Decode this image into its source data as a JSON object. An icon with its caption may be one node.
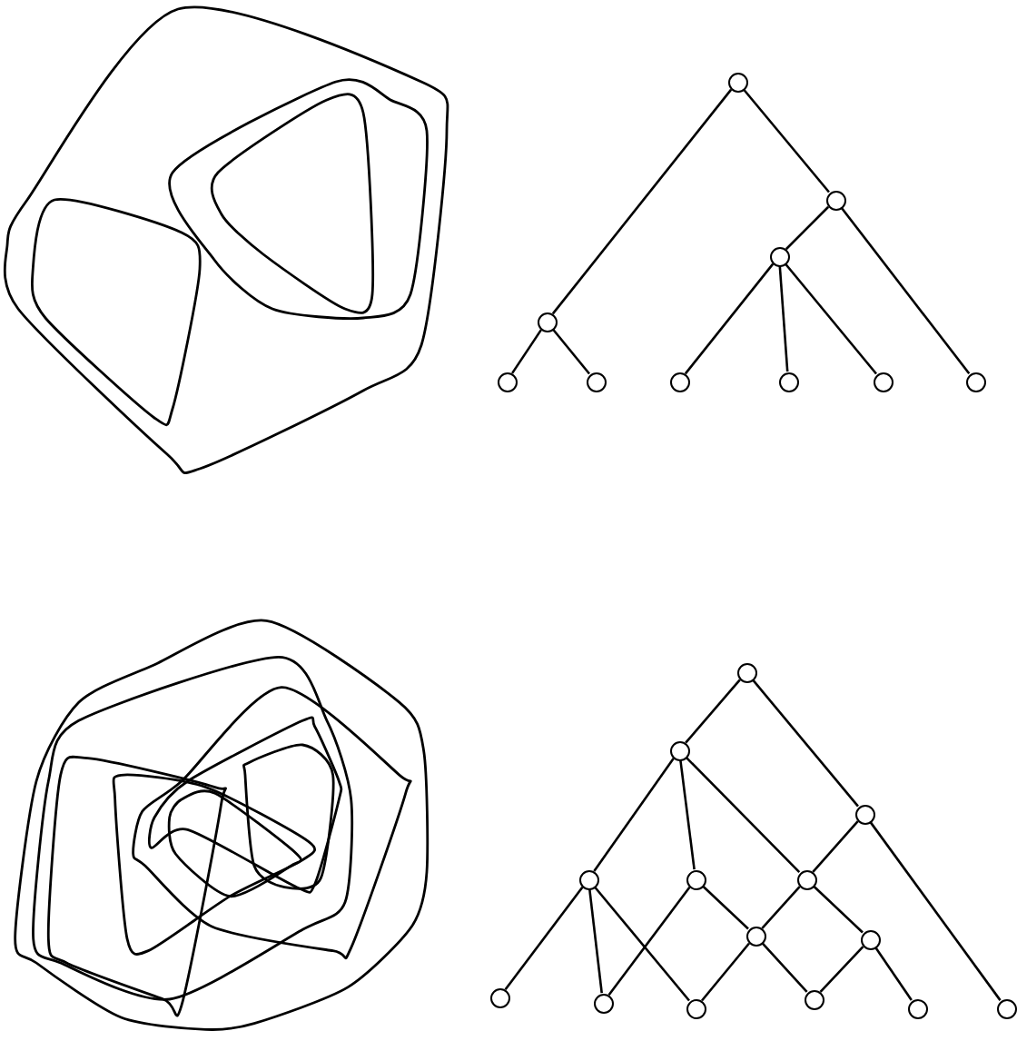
{
  "diagram": {
    "nodes": [
      {
        "text": [],
        "shape": "circle"
      },
      {
        "text": [],
        "shape": "circle"
      },
      {
        "text": [],
        "shape": "circle"
      },
      {
        "text": [],
        "shape": "circle"
      },
      {
        "text": [],
        "shape": "circle"
      },
      {
        "text": [],
        "shape": "circle"
      },
      {
        "text": [],
        "shape": "circle"
      },
      {
        "text": [],
        "shape": "circle"
      },
      {
        "text": [],
        "shape": "circle"
      },
      {
        "text": [],
        "shape": "circle"
      },
      {
        "text": [],
        "shape": "circle"
      },
      {
        "text": [],
        "shape": "circle"
      },
      {
        "text": [],
        "shape": "circle"
      },
      {
        "text": [],
        "shape": "circle"
      },
      {
        "text": [],
        "shape": "circle"
      },
      {
        "text": [],
        "shape": "circle"
      },
      {
        "text": [],
        "shape": "circle"
      },
      {
        "text": [],
        "shape": "circle"
      },
      {
        "text": [],
        "shape": "circle"
      },
      {
        "text": [],
        "shape": "circle"
      },
      {
        "text": [],
        "shape": "circle"
      },
      {
        "text": [],
        "shape": "circle"
      },
      {
        "text": [],
        "shape": "circle"
      },
      {
        "text": [],
        "shape": "circle"
      }
    ],
    "edges": [
      {
        "from": 0,
        "to": 3,
        "arrow": "none"
      },
      {
        "from": 0,
        "to": 1,
        "arrow": "none"
      },
      {
        "from": 1,
        "to": 2,
        "arrow": "none"
      },
      {
        "from": 1,
        "to": 9,
        "arrow": "none"
      },
      {
        "from": 2,
        "to": 6,
        "arrow": "none"
      },
      {
        "from": 2,
        "to": 7,
        "arrow": "none"
      },
      {
        "from": 2,
        "to": 8,
        "arrow": "none"
      },
      {
        "from": 3,
        "to": 4,
        "arrow": "none"
      },
      {
        "from": 3,
        "to": 5,
        "arrow": "none"
      },
      {
        "from": 10,
        "to": 11,
        "arrow": "none"
      },
      {
        "from": 10,
        "to": 12,
        "arrow": "none"
      },
      {
        "from": 11,
        "to": 13,
        "arrow": "none"
      },
      {
        "from": 11,
        "to": 14,
        "arrow": "none"
      },
      {
        "from": 11,
        "to": 15,
        "arrow": "none"
      },
      {
        "from": 12,
        "to": 15,
        "arrow": "none"
      },
      {
        "from": 12,
        "to": 23,
        "arrow": "none"
      },
      {
        "from": 13,
        "to": 18,
        "arrow": "none"
      },
      {
        "from": 13,
        "to": 19,
        "arrow": "none"
      },
      {
        "from": 13,
        "to": 20,
        "arrow": "none"
      },
      {
        "from": 14,
        "to": 16,
        "arrow": "none"
      },
      {
        "from": 14,
        "to": 19,
        "arrow": "none"
      },
      {
        "from": 15,
        "to": 16,
        "arrow": "none"
      },
      {
        "from": 15,
        "to": 17,
        "arrow": "none"
      },
      {
        "from": 16,
        "to": 20,
        "arrow": "none"
      },
      {
        "from": 16,
        "to": 21,
        "arrow": "none"
      },
      {
        "from": 17,
        "to": 21,
        "arrow": "none"
      },
      {
        "from": 17,
        "to": 22,
        "arrow": "none"
      }
    ]
  }
}
